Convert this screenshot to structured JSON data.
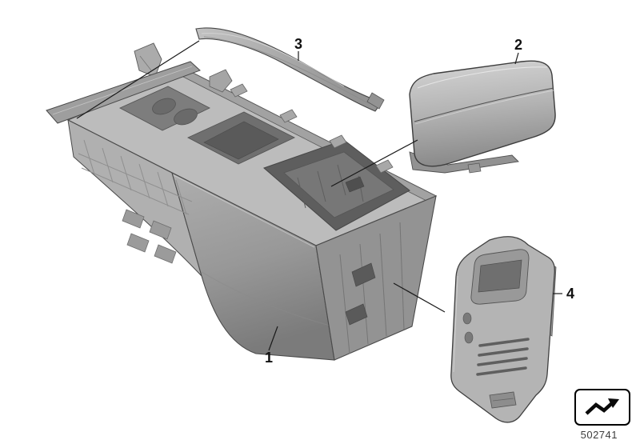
{
  "diagram": {
    "part_number": "502741",
    "callouts": [
      {
        "label": "1"
      },
      {
        "label": "2"
      },
      {
        "label": "3"
      },
      {
        "label": "4"
      }
    ],
    "logo_icon": "zigzag-arrow-icon",
    "colors": {
      "background": "#ffffff",
      "callout_line": "#1a1a1a",
      "body_light": "#bcbcbc",
      "body_mid": "#9a9a9a",
      "body_dark": "#5e5e5e"
    }
  }
}
